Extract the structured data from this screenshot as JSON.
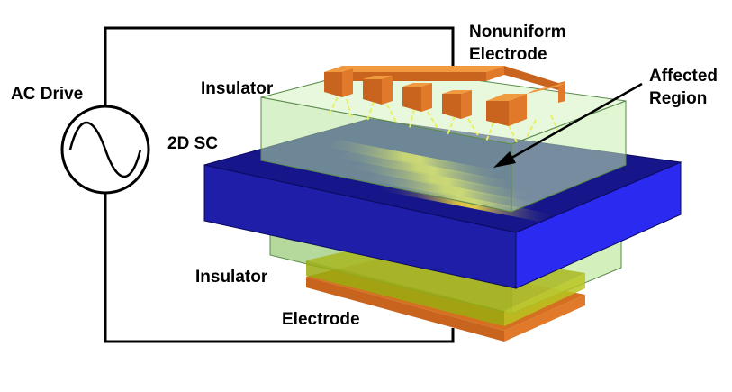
{
  "labels": {
    "ac_drive": "AC Drive",
    "insulator_top": "Insulator",
    "two_d_sc": "2D SC",
    "nonuniform_line1": "Nonuniform",
    "nonuniform_line2": "Electrode",
    "affected_line1": "Affected",
    "affected_line2": "Region",
    "insulator_bottom": "Insulator",
    "electrode": "Electrode"
  },
  "colors": {
    "semiconductor": "#1a1ab0",
    "insulator": "#b8e6a0",
    "top_electrode": "#d97a1e",
    "bottom_electrode": "#c8641e",
    "field_lines": "#e8f060",
    "circuit": "#000000"
  }
}
